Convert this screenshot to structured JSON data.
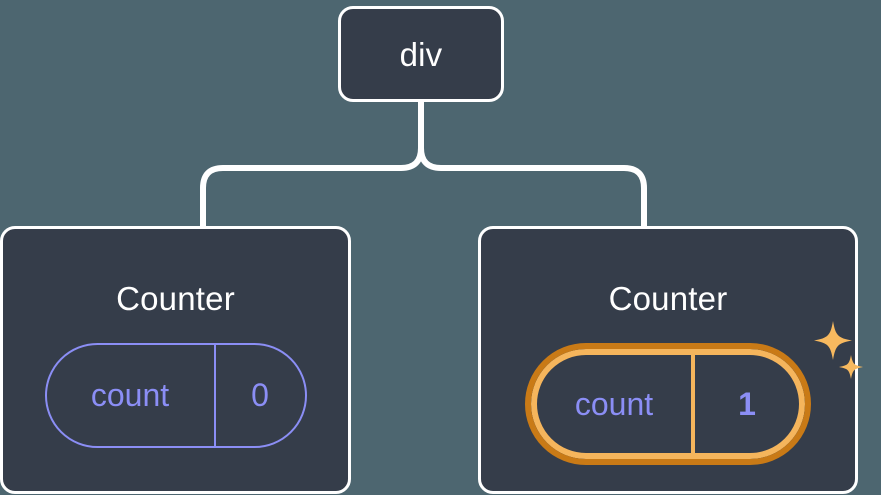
{
  "diagram": {
    "title": "React component tree with highlighted state update",
    "background_color": "#4d6670",
    "node_fill_color": "#353d4a",
    "node_border_color": "#ffffff",
    "connector_color": "#ffffff",
    "state_color": "#8b8ef5",
    "highlight_outer_color": "#c97a16",
    "highlight_inner_color": "#f5b55c",
    "sparkle_color": "#f7b95f"
  },
  "root": {
    "label": "div"
  },
  "children": [
    {
      "label": "Counter",
      "state": {
        "key": "count",
        "value": "0"
      },
      "highlighted": "false"
    },
    {
      "label": "Counter",
      "state": {
        "key": "count",
        "value": "1"
      },
      "highlighted": "true",
      "sparkle_icons": [
        "sparkle-large-icon",
        "sparkle-small-icon"
      ]
    }
  ]
}
